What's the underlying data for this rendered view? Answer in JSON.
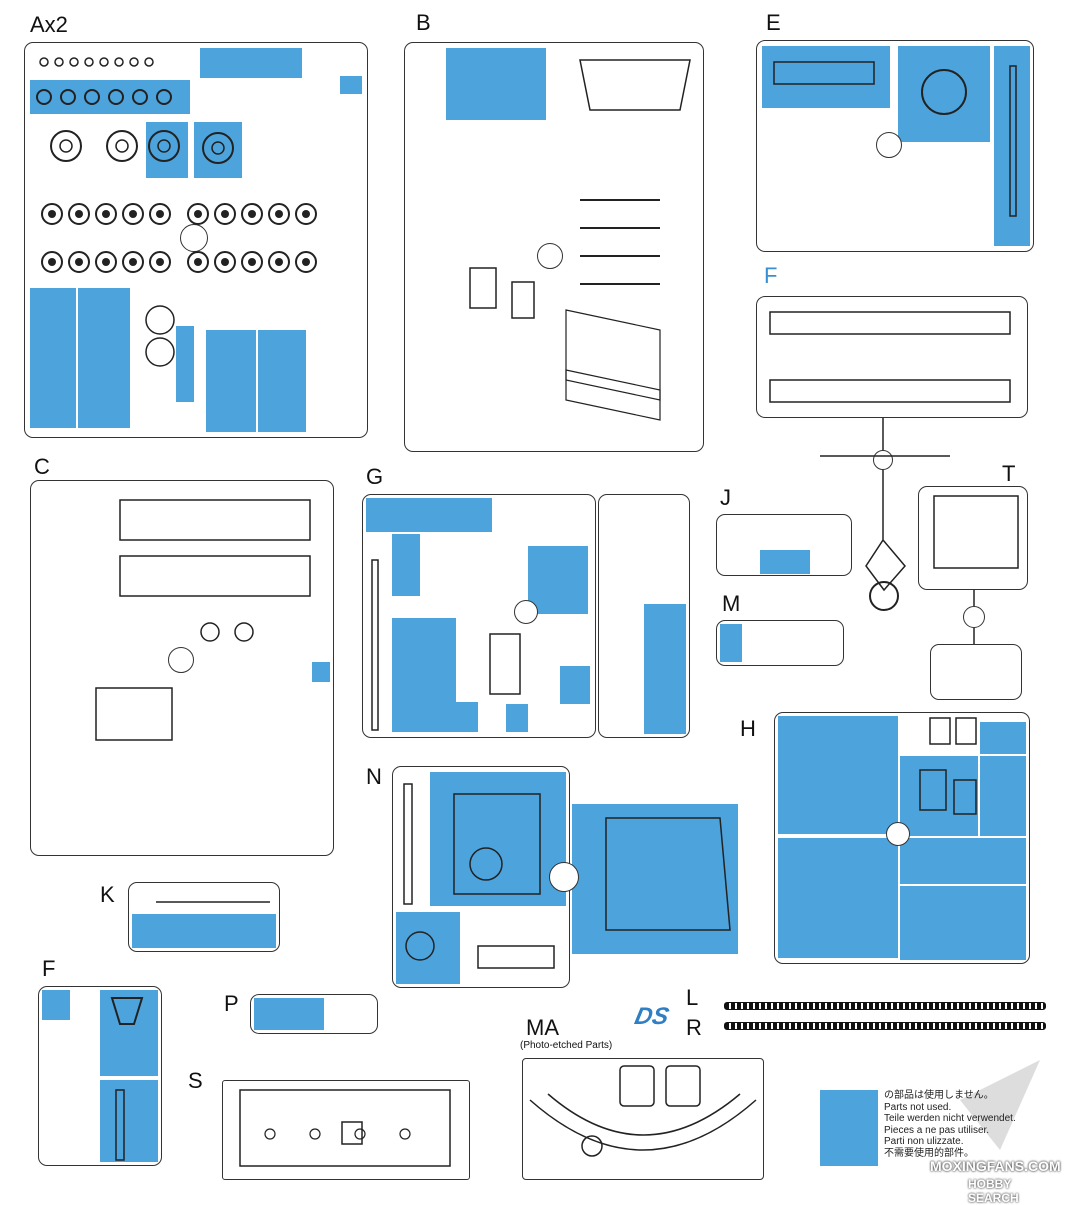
{
  "sprue_labels": {
    "ax2": "Ax2",
    "b": "B",
    "e": "E",
    "f_top": "F",
    "c": "C",
    "g": "G",
    "j": "J",
    "t": "T",
    "m": "M",
    "h": "H",
    "n": "N",
    "k": "K",
    "f_bottom": "F",
    "p": "P",
    "l": "L",
    "r": "R",
    "ma": "MA",
    "s": "S"
  },
  "ma_subtitle": "(Photo-etched Parts)",
  "logo": "DS",
  "legend": {
    "lines": [
      "の部品は使用しません。",
      "Parts not used.",
      "Teile werden nicht verwendet.",
      "Pieces a ne pas utiliser.",
      "Parti non ulizzate.",
      "不需要使用的部件。"
    ]
  },
  "watermark": {
    "site1": "MOXINGFANS.COM",
    "site2": "HOBBY SEARCH"
  },
  "colors": {
    "unused_parts": "#4da3dc",
    "frame": "#333333",
    "label_accent": "#3a8fd1"
  }
}
